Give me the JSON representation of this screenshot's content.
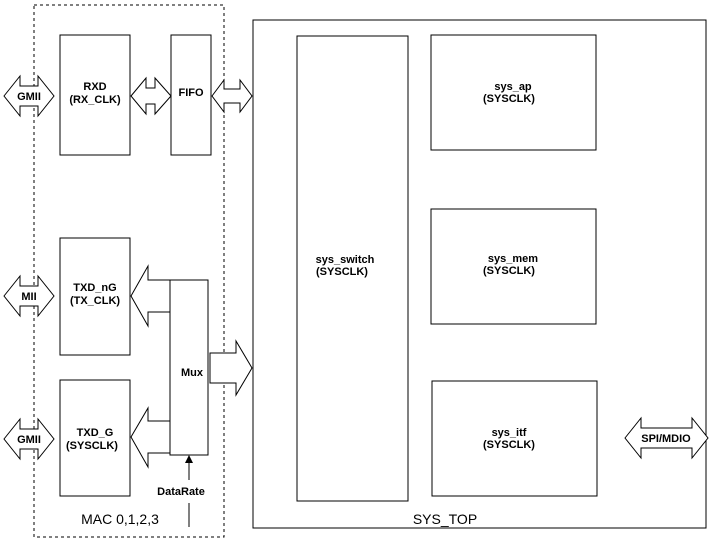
{
  "blocks": {
    "rxd": {
      "name": "RXD",
      "clock": "(RX_CLK)"
    },
    "fifo": {
      "name": "FIFO"
    },
    "txd_ng": {
      "name": "TXD_nG",
      "clock": "(TX_CLK)"
    },
    "txd_g": {
      "name": "TXD_G",
      "clock": "(SYSCLK)"
    },
    "mux": {
      "name": "Mux"
    },
    "sys_switch": {
      "name": "sys_switch",
      "clock": "(SYSCLK)"
    },
    "sys_ap": {
      "name": "sys_ap",
      "clock": "(SYSCLK)"
    },
    "sys_mem": {
      "name": "sys_mem",
      "clock": "(SYSCLK)"
    },
    "sys_itf": {
      "name": "sys_itf",
      "clock": "(SYSCLK)"
    }
  },
  "interfaces": {
    "gmii_rx": "GMII",
    "mii": "MII",
    "gmii_tx": "GMII",
    "spi_mdio": "SPI/MDIO"
  },
  "signals": {
    "datarate": "DataRate"
  },
  "groups": {
    "mac": "MAC 0,1,2,3",
    "sys_top": "SYS_TOP"
  }
}
